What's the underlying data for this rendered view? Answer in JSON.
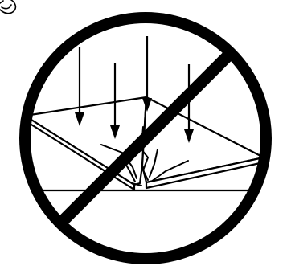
{
  "diagram": {
    "meaning": "prohibition",
    "sign": "prohibition-sign",
    "subject": "panel-pressed-down-breaking",
    "colors": {
      "stroke": "#000000",
      "background": "#ffffff"
    }
  }
}
